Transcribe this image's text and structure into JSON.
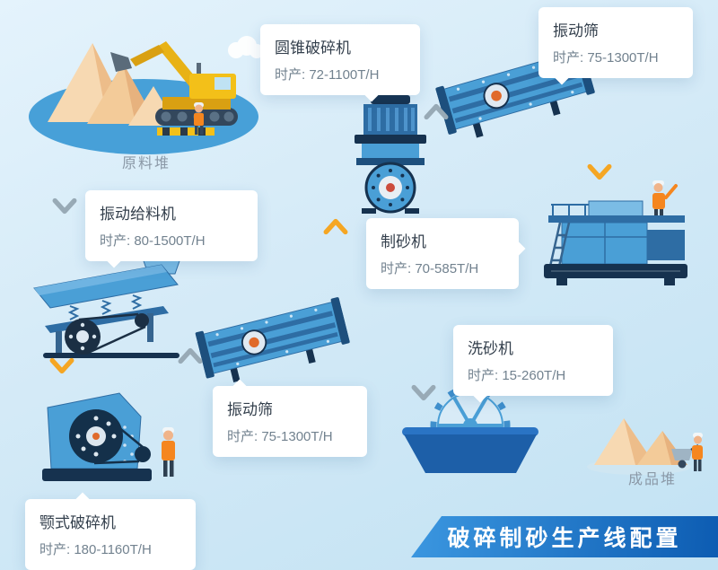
{
  "page": {
    "title_banner": "破碎制砂生产线配置"
  },
  "piles": {
    "raw": {
      "label": "原料堆"
    },
    "product": {
      "label": "成品堆"
    }
  },
  "machines": {
    "feeder": {
      "name": "振动给料机",
      "capacity": "时产: 80-1500T/H"
    },
    "cone_crusher": {
      "name": "圆锥破碎机",
      "capacity": "时产: 72-1100T/H"
    },
    "screen_top": {
      "name": "振动筛",
      "capacity": "时产: 75-1300T/H"
    },
    "sand_maker": {
      "name": "制砂机",
      "capacity": "时产: 70-585T/H"
    },
    "screen_mid": {
      "name": "振动筛",
      "capacity": "时产: 75-1300T/H"
    },
    "jaw_crusher": {
      "name": "颚式破碎机",
      "capacity": "时产: 180-1160T/H"
    },
    "sand_washer": {
      "name": "洗砂机",
      "capacity": "时产: 15-260T/H"
    }
  },
  "palette": {
    "background_top": "#e4f3fc",
    "background_bottom": "#c2e2f3",
    "machine_blue": "#4a9fd6",
    "machine_dark_blue": "#16324f",
    "accent_orange": "#f5a623",
    "worker_orange": "#f5861f",
    "sand_light": "#f7d9b2",
    "sand_shade": "#edbd8a",
    "banner_blue_light": "#3b97e0",
    "banner_blue_dark": "#0d5cb2",
    "name_text": "#333f4c",
    "capacity_text": "#72828f",
    "pile_label_text": "#8b99a7",
    "arrow_gray": "#98aab6"
  }
}
